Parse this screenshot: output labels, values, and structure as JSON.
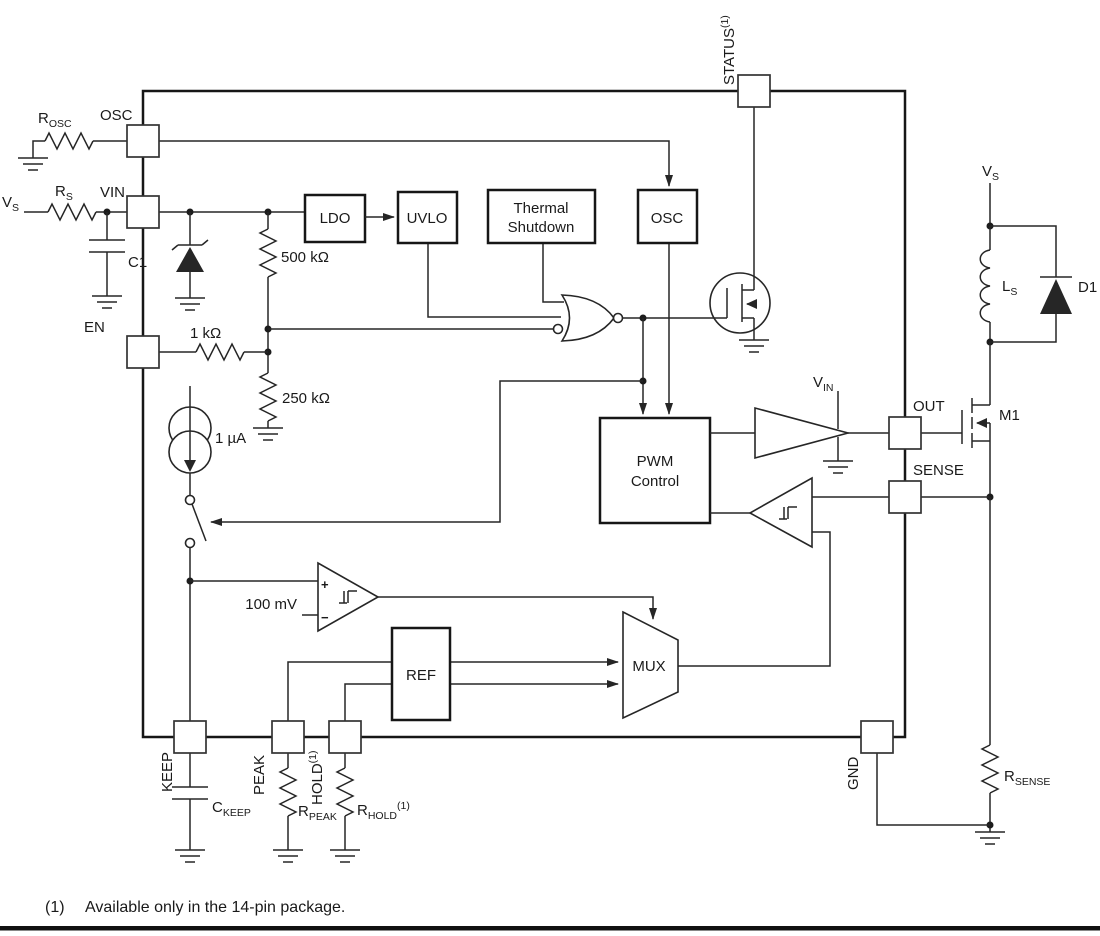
{
  "colors": {
    "line": "#262626",
    "text": "#1a1a1a",
    "background": "#ffffff"
  },
  "blocks": {
    "ldo": "LDO",
    "uvlo": "UVLO",
    "thermal1": "Thermal",
    "thermal2": "Shutdown",
    "osc": "OSC",
    "pwm1": "PWM",
    "pwm2": "Control",
    "ref": "REF",
    "mux": "MUX"
  },
  "pins": {
    "osc": "OSC",
    "vin": "VIN",
    "en": "EN",
    "status": {
      "main": "STATUS",
      "sup": "(1)"
    },
    "out": "OUT",
    "sense": "SENSE",
    "keep": "KEEP",
    "peak": "PEAK",
    "hold": {
      "main": "HOLD",
      "sup": "(1)"
    },
    "gnd": "GND"
  },
  "values": {
    "r_top": "500 kΩ",
    "r_en": "1 kΩ",
    "r_bottom": "250 kΩ",
    "current_source": "1 µA",
    "comp_ref": "100 mV"
  },
  "external": {
    "vs_left": {
      "main": "V",
      "sub": "S"
    },
    "rs": {
      "main": "R",
      "sub": "S"
    },
    "rosc": {
      "main": "R",
      "sub": "OSC"
    },
    "c1": "C1",
    "vs_right": {
      "main": "V",
      "sub": "S"
    },
    "ls": {
      "main": "L",
      "sub": "S"
    },
    "d1": "D1",
    "m1": "M1",
    "vin_supply": {
      "main": "V",
      "sub": "IN"
    },
    "ckeep": {
      "main": "C",
      "sub": "KEEP"
    },
    "rpeak": {
      "main": "R",
      "sub": "PEAK"
    },
    "rhold": {
      "main": "R",
      "sub": "HOLD",
      "sup": "(1)"
    },
    "rsense": {
      "main": "R",
      "sub": "SENSE"
    }
  },
  "comparator": {
    "plus": "+",
    "minus": "−"
  },
  "footnote": {
    "index": "(1)",
    "text": "Available only in the 14-pin package."
  }
}
